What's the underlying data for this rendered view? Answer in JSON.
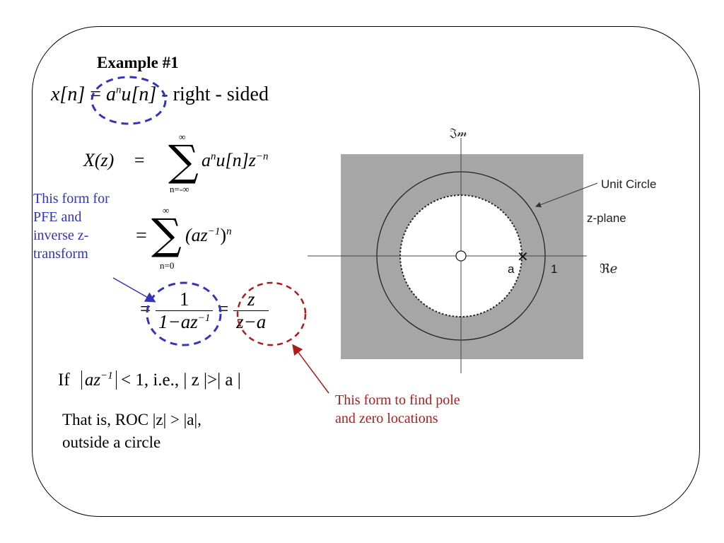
{
  "title": "Example #1",
  "eq1": {
    "lhs": "x[n]",
    "eq": "=",
    "rhs_base": "a",
    "rhs_exp": "n",
    "rhs_tail": "u[n]",
    "dash": "-",
    "desc": "right - sided"
  },
  "eq2": {
    "lhs": "X(z)",
    "eq": "=",
    "sum_upper": "∞",
    "sum_lower": "n=-∞",
    "term_a": "a",
    "term_a_exp": "n",
    "term_mid": "u[n]z",
    "term_z_exp": "−n"
  },
  "eq3": {
    "eq": "=",
    "sum_upper": "∞",
    "sum_lower": "n=0",
    "term": "(az",
    "term_exp": "−1",
    "term_close": ")",
    "outer_exp": "n"
  },
  "eq4": {
    "eq1": "=",
    "frac1_num": "1",
    "frac1_den": "1−az",
    "frac1_den_exp": "−1",
    "eq2": "=",
    "frac2_num": "z",
    "frac2_den": "z−a"
  },
  "condition": {
    "if": "If",
    "abs_expr": "az",
    "abs_exp": "−1",
    "rest": "< 1, i.e., | z |>| a |"
  },
  "roc": {
    "line1": "That is, ROC |z| > |a|,",
    "line2": "outside a circle"
  },
  "note_blue": "This form for PFE and inverse z-transform",
  "note_red": "This form to find pole and zero locations",
  "zplane": {
    "im_label": "𝔍𝓂",
    "re_label": "ℜℯ",
    "unit_circle_label": "Unit Circle",
    "plane_label": "z-plane",
    "pole_label": "a",
    "one_label": "1",
    "pole_marker": "✕"
  },
  "colors": {
    "blue_annotation": "#3333bb",
    "red_annotation": "#b01a1a",
    "roc_fill": "#a6a6a6"
  }
}
